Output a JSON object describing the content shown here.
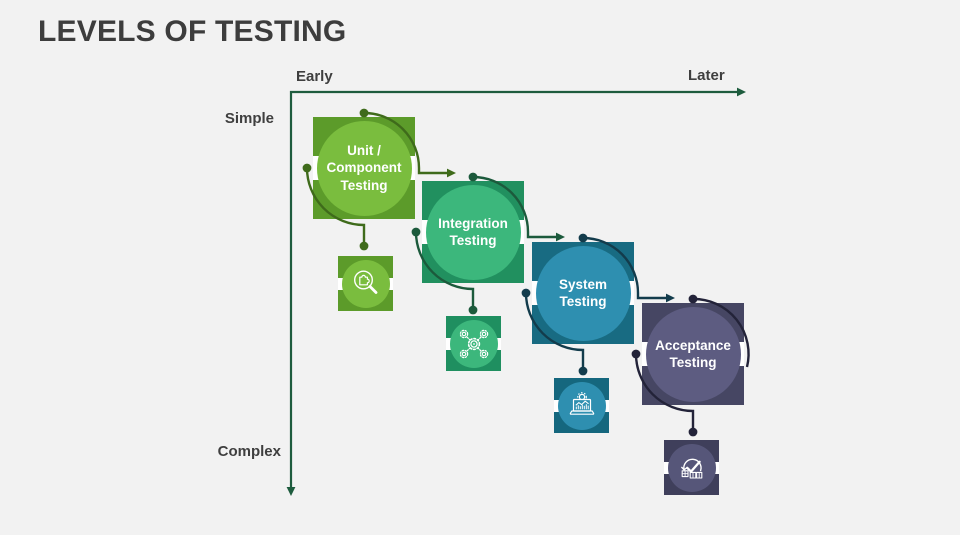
{
  "background": "#f2f2f2",
  "title": {
    "text": "LEVELS OF TESTING",
    "color": "#3d3d3d"
  },
  "axes": {
    "x_axis": {
      "start_label": "Early",
      "end_label": "Later"
    },
    "y_axis": {
      "start_label": "Simple",
      "end_label": "Complex"
    },
    "color": "#1e5c3e",
    "label_color": "#3f3f3f"
  },
  "levels": [
    {
      "label": "Unit /\nComponent\nTesting",
      "icon": "bug-search-magnifier-icon",
      "colors": {
        "square": "#5c9b2a",
        "circle": "#7abd3e",
        "connector": "#3f6b1b",
        "icon_square": "#5c9b2a",
        "icon_circle": "#7abd3e"
      }
    },
    {
      "label": "Integration\nTesting",
      "icon": "connected-gears-icon",
      "colors": {
        "square": "#21905f",
        "circle": "#3cb77c",
        "connector": "#1c5a3c",
        "icon_square": "#1f8f60",
        "icon_circle": "#3cb77c"
      }
    },
    {
      "label": "System\nTesting",
      "icon": "laptop-analytics-gear-icon",
      "colors": {
        "square": "#186b82",
        "circle": "#2e8fb0",
        "connector": "#133c4c",
        "icon_square": "#15677e",
        "icon_circle": "#2e8fb0"
      }
    },
    {
      "label": "Acceptance\nTesting",
      "icon": "gauge-checkmark-boxes-icon",
      "colors": {
        "square": "#464663",
        "circle": "#5d5c81",
        "connector": "#232339",
        "icon_square": "#3f3f5b",
        "icon_circle": "#565679"
      }
    }
  ],
  "level_text_color": "#ffffff"
}
